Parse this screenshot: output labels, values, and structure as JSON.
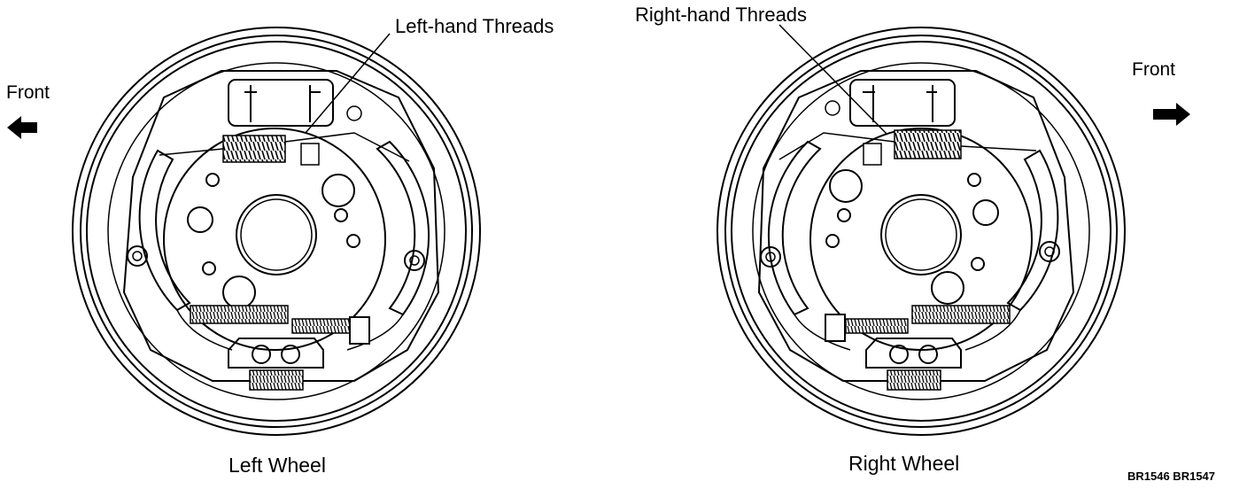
{
  "labels": {
    "left_callout": "Left-hand Threads",
    "right_callout": "Right-hand Threads",
    "front_left": "Front",
    "front_right": "Front",
    "left_caption": "Left Wheel",
    "right_caption": "Right Wheel",
    "figure_code": "BR1546 BR1547"
  },
  "icons": {
    "front_left_arrow": "arrow-left-icon",
    "front_right_arrow": "arrow-right-icon"
  }
}
